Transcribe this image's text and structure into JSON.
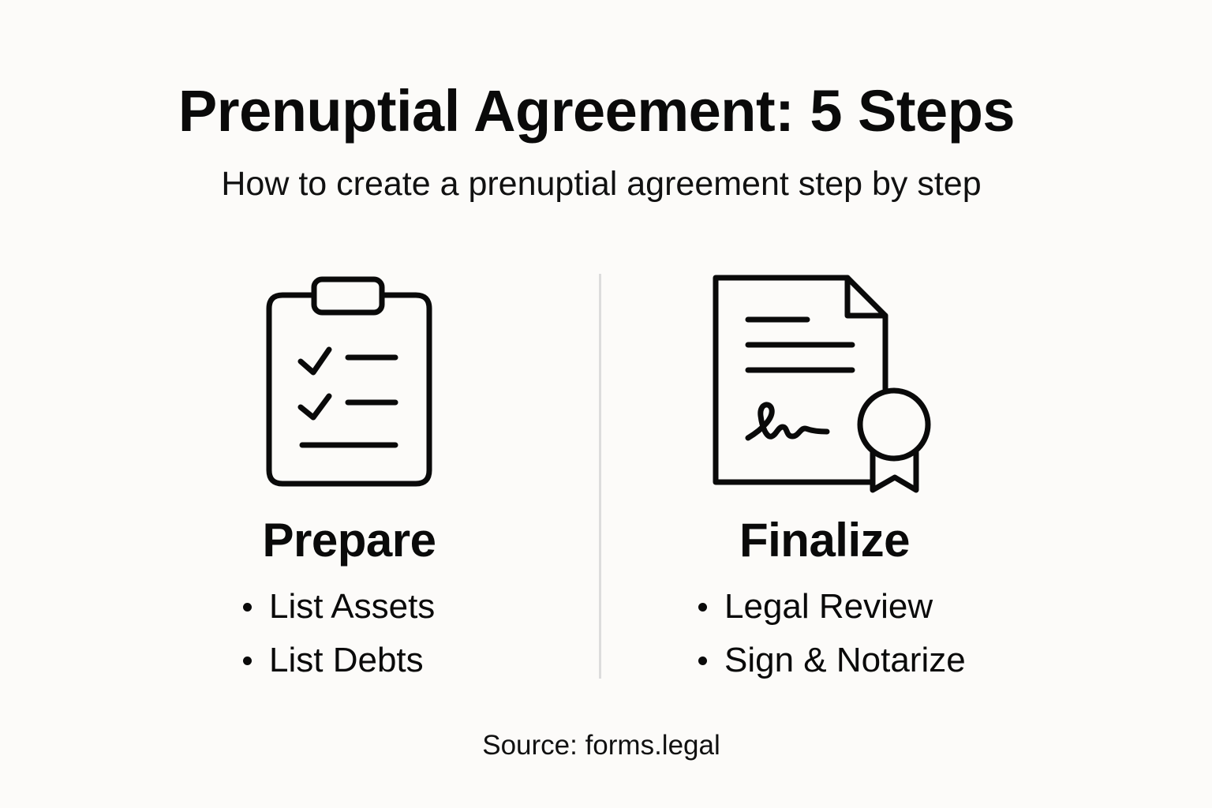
{
  "header": {
    "title": "Prenuptial Agreement: 5 Steps",
    "subtitle": "How to create a prenuptial agreement step by step"
  },
  "columns": [
    {
      "icon": "clipboard-checklist-icon",
      "heading": "Prepare",
      "bullets": [
        "List Assets",
        "List Debts"
      ]
    },
    {
      "icon": "certified-document-icon",
      "heading": "Finalize",
      "bullets": [
        "Legal Review",
        "Sign & Notarize"
      ]
    }
  ],
  "footer": {
    "source": "Source: forms.legal"
  },
  "colors": {
    "background": "#fcfbf9",
    "text": "#0a0a0a",
    "divider": "#dcdcdc"
  }
}
